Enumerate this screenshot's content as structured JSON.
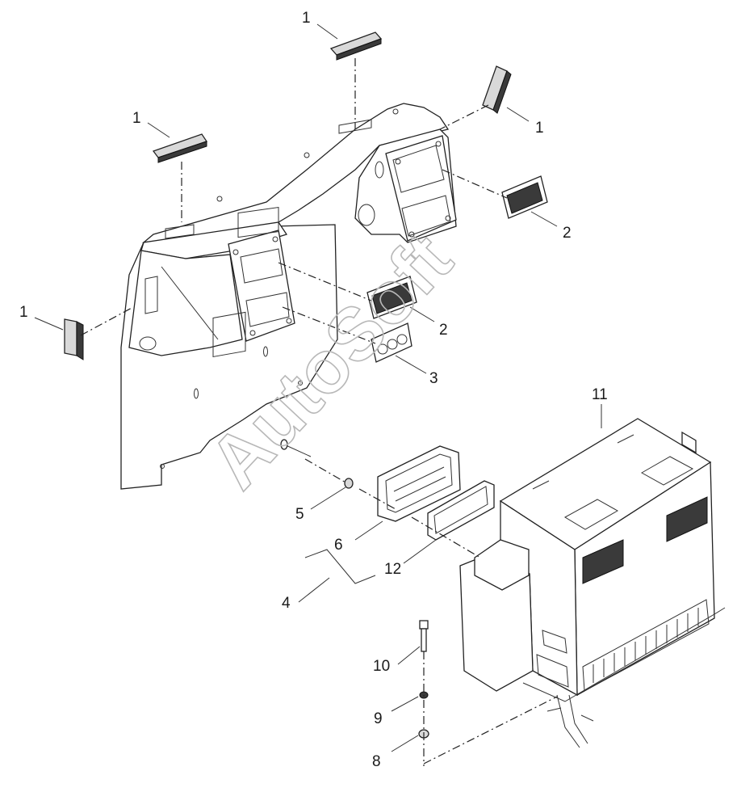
{
  "watermark": "AutoSoft",
  "labels": {
    "c1_top": "1",
    "c1_right": "1",
    "c1_left_upper": "1",
    "c1_left": "1",
    "c2_right": "2",
    "c2_center": "2",
    "c3": "3",
    "c4": "4",
    "c5": "5",
    "c6": "6",
    "c8": "8",
    "c9": "9",
    "c10": "10",
    "c11": "11",
    "c12": "12"
  }
}
